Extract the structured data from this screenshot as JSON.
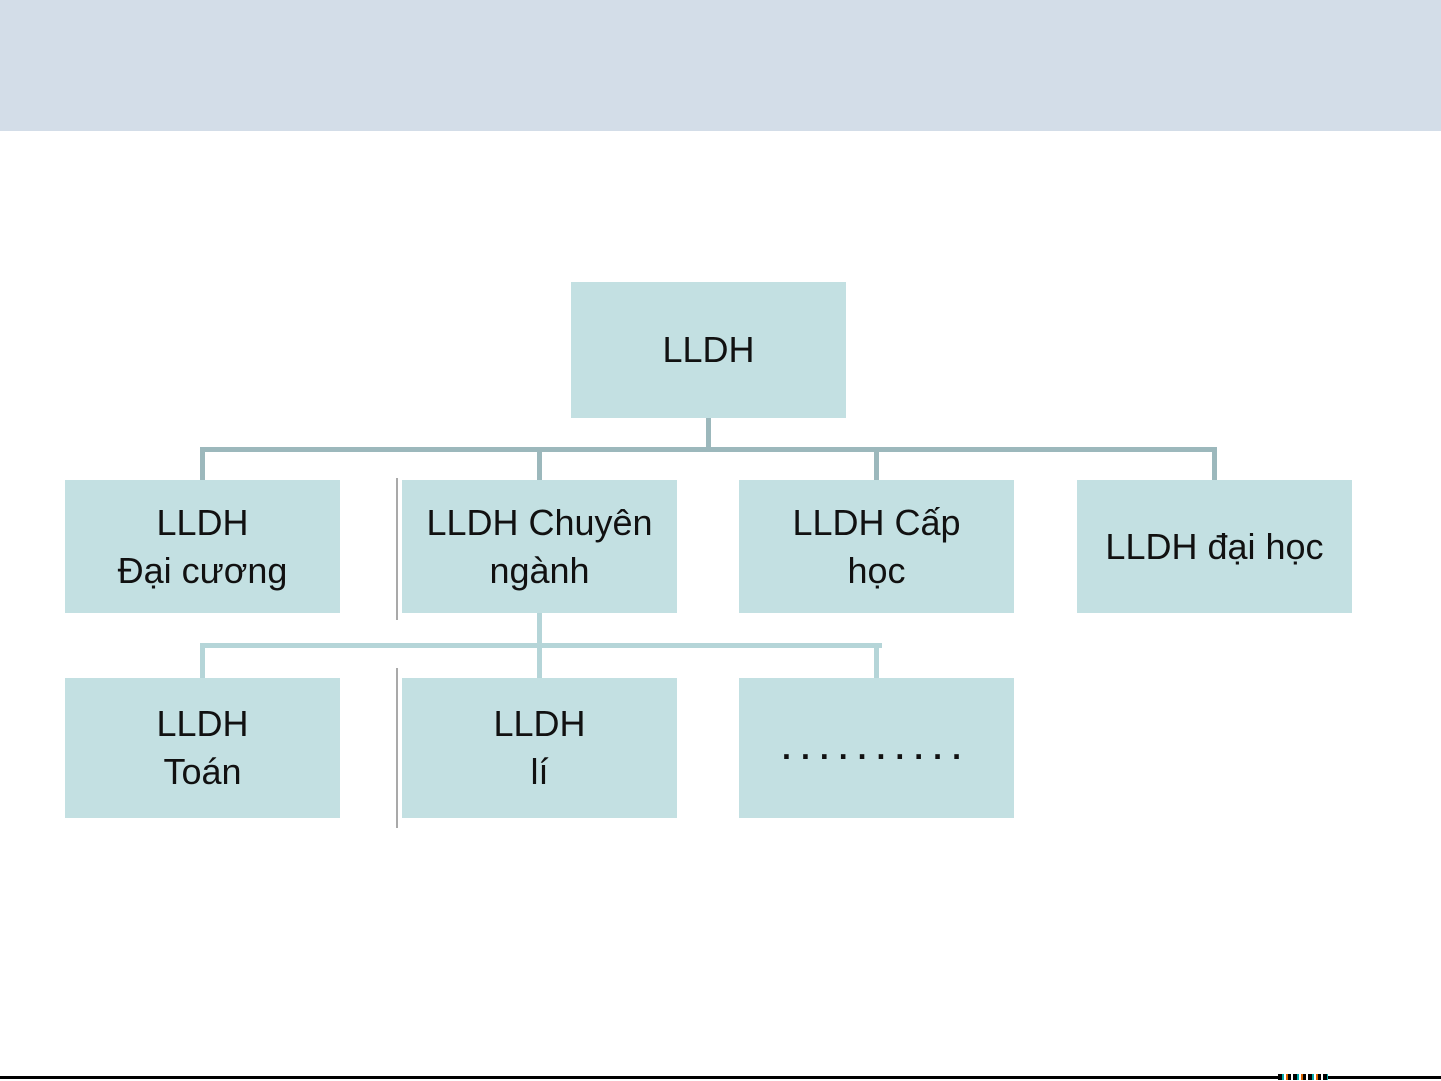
{
  "slide": {
    "background_color": "#ffffff",
    "top_band_color": "#d3dde8",
    "bottom_line_color": "#000000"
  },
  "diagram": {
    "type": "hierarchy-org-chart",
    "box_fill_color": "#c3e0e2",
    "text_color": "#111111",
    "connector_color_level1": "#9cb8bc",
    "connector_color_level2": "#b5d5d8",
    "root": {
      "label": "LLDH"
    },
    "level2": [
      {
        "id": "dai-cuong",
        "label": "LLDH\nĐại cương",
        "parent": "LLDH"
      },
      {
        "id": "chuyen-nganh",
        "label": "LLDH Chuyên\nngành",
        "parent": "LLDH"
      },
      {
        "id": "cap-hoc",
        "label": "LLDH Cấp\nhọc",
        "parent": "LLDH"
      },
      {
        "id": "dai-hoc",
        "label": "LLDH đại học",
        "parent": "LLDH"
      }
    ],
    "level3": [
      {
        "id": "toan",
        "label": "LLDH\nToán",
        "parent": "LLDH Chuyên ngành"
      },
      {
        "id": "li",
        "label": "LLDH\nlí",
        "parent": "LLDH Chuyên ngành"
      },
      {
        "id": "dots",
        "label": "..........",
        "parent": "LLDH Chuyên ngành"
      }
    ]
  }
}
